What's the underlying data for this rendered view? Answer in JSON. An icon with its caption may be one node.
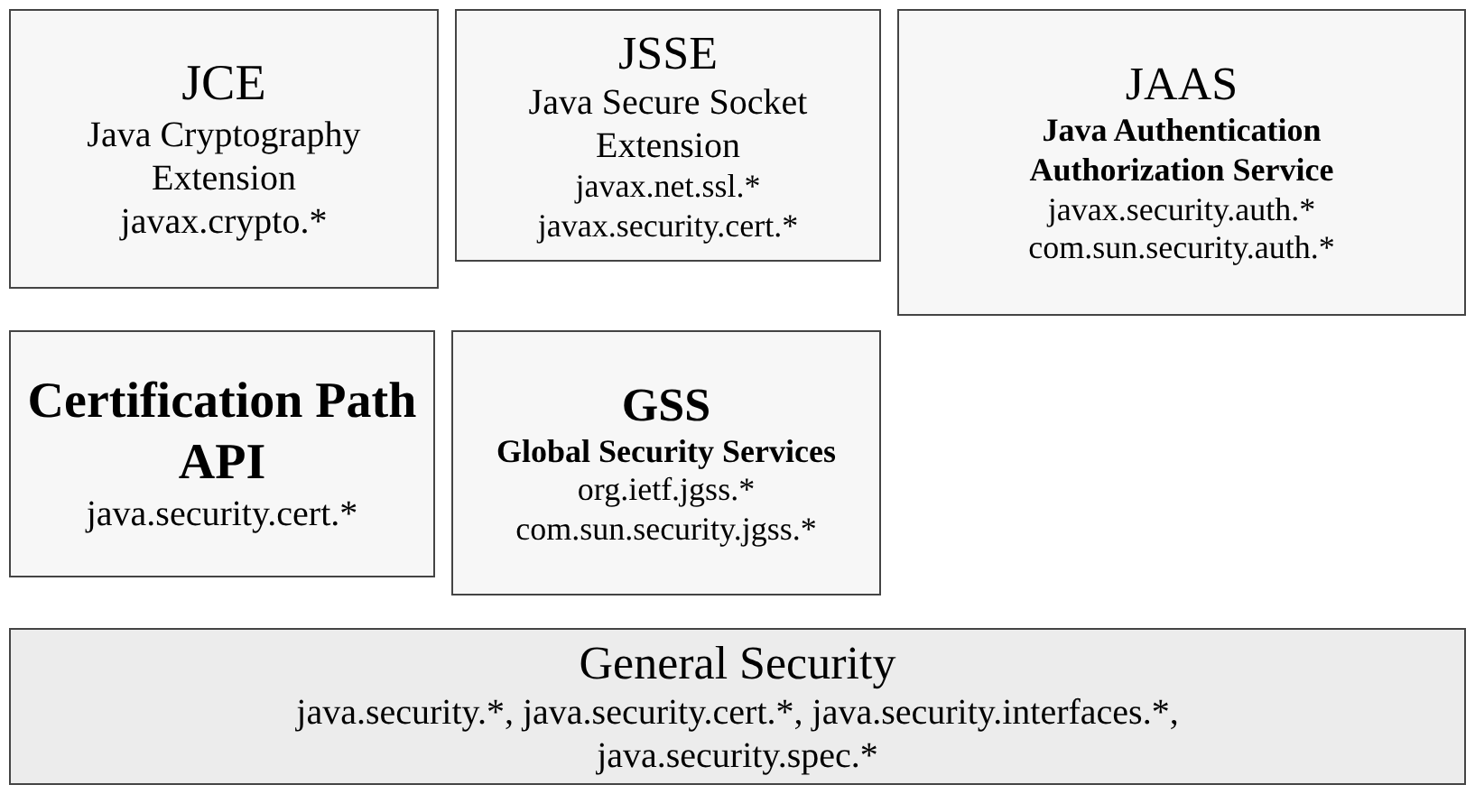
{
  "diagram": {
    "nodes": [
      {
        "text": [
          "JCE",
          "Java Cryptography Extension",
          "javax.crypto.*"
        ]
      },
      {
        "text": [
          "JSSE",
          "Java Secure Socket Extension",
          "javax.net.ssl.*",
          "javax.security.cert.*"
        ]
      },
      {
        "text": [
          "JAAS",
          "Java Authentication Authorization Service",
          "javax.security.auth.*",
          "com.sun.security.auth.*"
        ]
      },
      {
        "text": [
          "Certification Path API",
          "java.security.cert.*"
        ]
      },
      {
        "text": [
          "GSS",
          "Global Security Services",
          "org.ietf.jgss.*",
          "com.sun.security.jgss.*"
        ]
      },
      {
        "text": [
          "General Security",
          "java.security.*, java.security.cert.*, java.security.interfaces.*, java.security.spec.*"
        ]
      }
    ]
  }
}
